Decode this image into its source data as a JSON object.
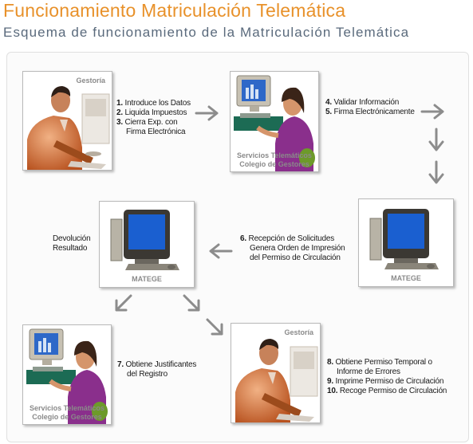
{
  "header": {
    "title": "Funcionamiento Matriculación Telemática",
    "subtitle": "Esquema de funcionamiento de la Matriculación Telemática"
  },
  "panels": {
    "gestoria_top": {
      "tag": "Gestoría"
    },
    "servicios_top": {
      "caption_1": "Servicios Telemáticos",
      "caption_2": "Colegio de Gestores"
    },
    "matege_right": {
      "caption": "MATEGE"
    },
    "matege_center": {
      "caption": "MATEGE"
    },
    "servicios_bottom": {
      "caption_1": "Servicios Telemáticos",
      "caption_2": "Colegio de Gestores"
    },
    "gestoria_bottom": {
      "tag": "Gestoría"
    }
  },
  "steps": {
    "group1": [
      {
        "num": "1.",
        "text": "Introduce los Datos"
      },
      {
        "num": "2.",
        "text": "Liquida Impuestos"
      },
      {
        "num": "3.",
        "text": "Cierra Exp. con"
      },
      {
        "num": "",
        "text": "Firma Electrónica"
      }
    ],
    "group2": [
      {
        "num": "4.",
        "text": "Validar Información"
      },
      {
        "num": "5.",
        "text": "Firma Electrónicamente"
      }
    ],
    "group3": [
      {
        "num": "6.",
        "text": "Recepción de Solicitudes"
      },
      {
        "num": "",
        "text": "Genera Orden de Impresión"
      },
      {
        "num": "",
        "text": "del Permiso de Circulación"
      }
    ],
    "devolucion": [
      "Devolución",
      "Resultado"
    ],
    "group4": [
      {
        "num": "7.",
        "text": "Obtiene Justificantes"
      },
      {
        "num": "",
        "text": "del Registro"
      }
    ],
    "group5": [
      {
        "num": "8.",
        "text": "Obtiene Permiso Temporal o"
      },
      {
        "num": "",
        "text": "Informe de Errores"
      },
      {
        "num": "9.",
        "text": "Imprime Permiso de Circulación"
      },
      {
        "num": "10.",
        "text": "Recoge Permiso de Circulación"
      }
    ]
  },
  "colors": {
    "title": "#e8912a",
    "subtitle": "#5a6a7c",
    "arrow": "#8c8c8c",
    "man_suit": "#c8622a",
    "woman_top": "#8a2f8c",
    "screen": "#2e68c8"
  }
}
